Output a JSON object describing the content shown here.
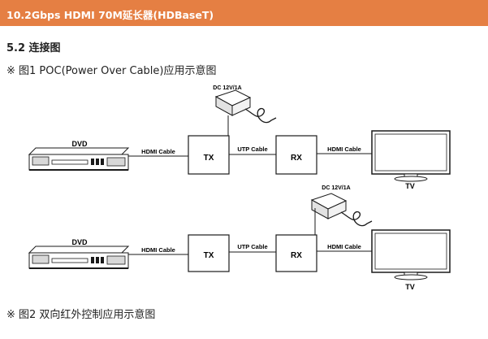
{
  "header": {
    "title": "10.2Gbps HDMI 70M延长器(HDBaseT)"
  },
  "section": {
    "title": "5.2 连接图"
  },
  "captions": {
    "figure1": "※ 图1  POC(Power Over Cable)应用示意图",
    "figure2": "※ 图2  双向红外控制应用示意图"
  },
  "diagram1": {
    "power_label": "DC 12V/1A",
    "dvd_label": "DVD",
    "hdmi_cable_in": "HDMI Cable",
    "tx_label": "TX",
    "utp_cable": "UTP Cable",
    "rx_label": "RX",
    "hdmi_cable_out": "HDMI Cable",
    "tv_label": "TV"
  },
  "diagram2": {
    "power_label": "DC 12V/1A",
    "dvd_label": "DVD",
    "hdmi_cable_in": "HDMI Cable",
    "tx_label": "TX",
    "utp_cable": "UTP Cable",
    "rx_label": "RX",
    "hdmi_cable_out": "HDMI Cable",
    "tv_label": "TV"
  },
  "colors": {
    "header_bg": "#e57f43",
    "line": "#1a1a1a"
  }
}
